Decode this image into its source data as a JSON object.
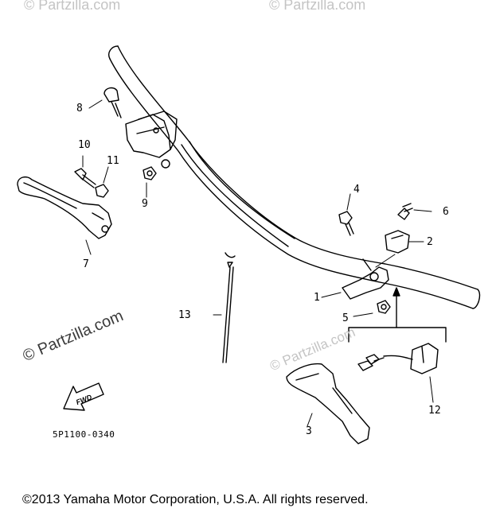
{
  "watermark": {
    "text": "© Partzilla.com"
  },
  "callouts": {
    "c1": "1",
    "c2": "2",
    "c3": "3",
    "c4": "4",
    "c5": "5",
    "c6": "6",
    "c7": "7",
    "c8": "8",
    "c9": "9",
    "c10": "10",
    "c11": "11",
    "c12": "12",
    "c13": "13"
  },
  "fwd_label": "FWD",
  "diagram_code": "5P1100-0340",
  "copyright": "©2013  Yamaha Motor Corporation, U.S.A. All rights reserved."
}
